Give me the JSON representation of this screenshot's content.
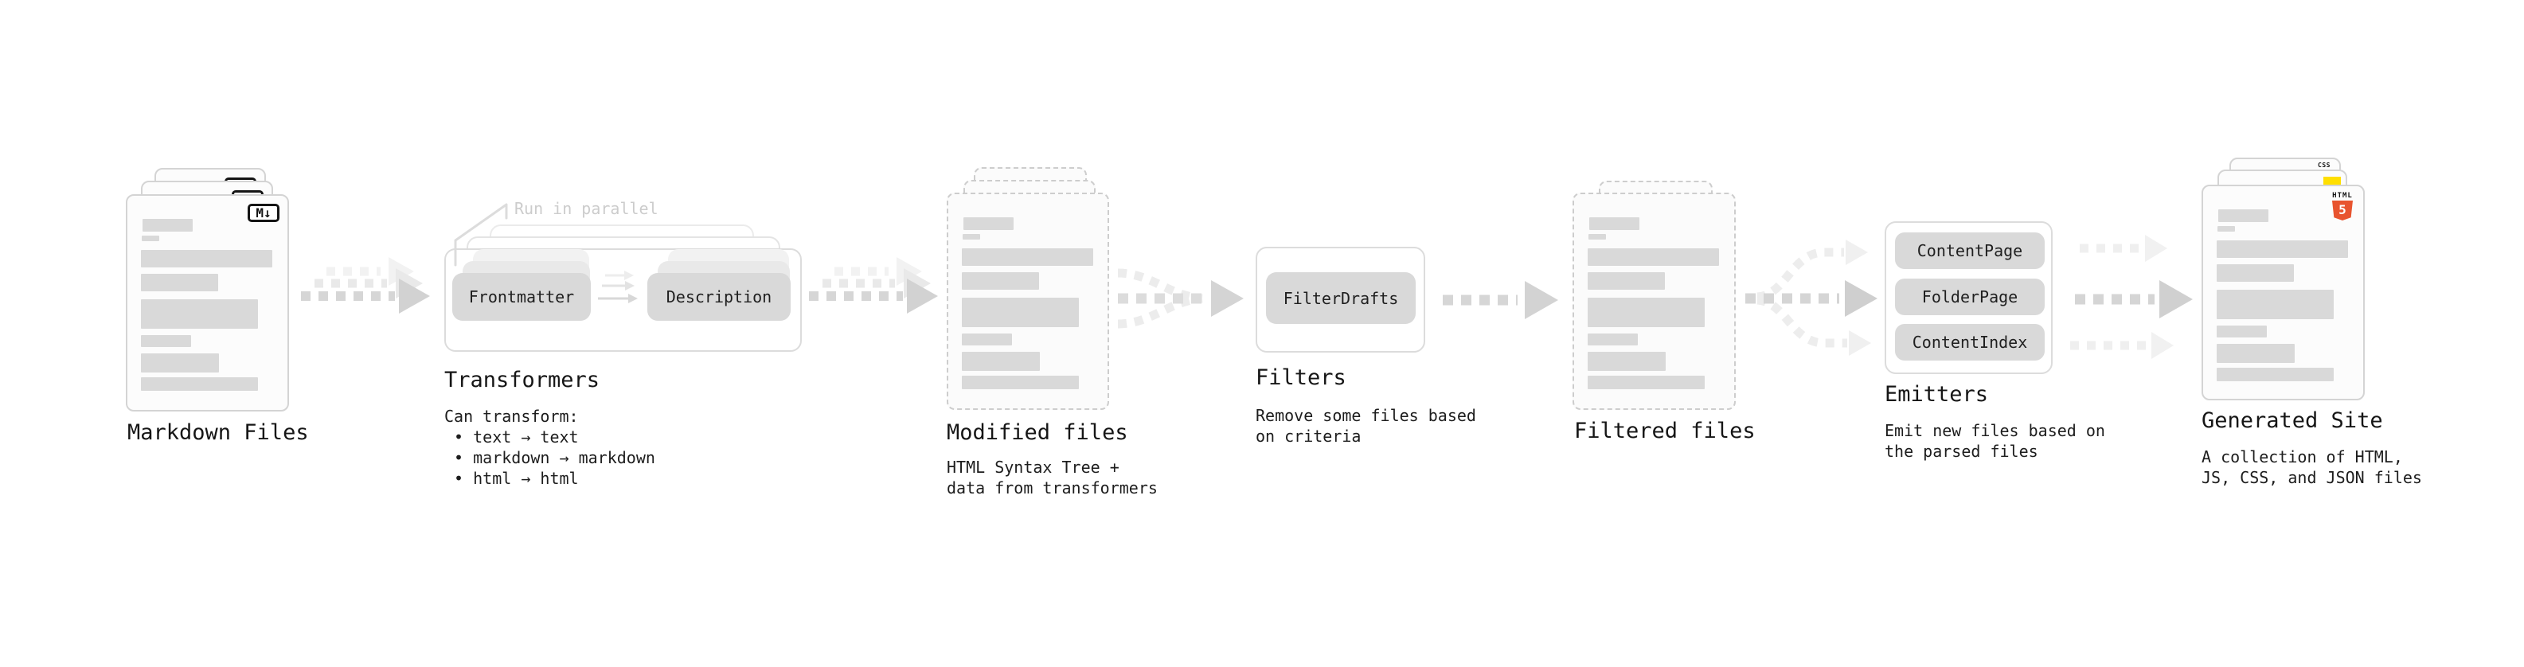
{
  "stages": {
    "markdown": {
      "label": "Markdown Files",
      "badge": "M↓"
    },
    "transformers": {
      "label": "Transformers",
      "annotation": "Run in parallel",
      "pills": [
        "Frontmatter",
        "Description"
      ],
      "desc": "Can transform:\n • text → text\n • markdown → markdown\n • html → html"
    },
    "modified": {
      "label": "Modified files",
      "desc": "HTML Syntax Tree +\ndata from transformers"
    },
    "filters": {
      "label": "Filters",
      "pill": "FilterDrafts",
      "desc": "Remove some files based\non criteria"
    },
    "filtered": {
      "label": "Filtered files"
    },
    "emitters": {
      "label": "Emitters",
      "pills": [
        "ContentPage",
        "FolderPage",
        "ContentIndex"
      ],
      "desc": "Emit new files based on\nthe parsed files"
    },
    "generated": {
      "label": "Generated Site",
      "desc": "A collection of HTML,\nJS, CSS, and JSON files",
      "badges": {
        "css": "CSS",
        "html_word": "HTML",
        "html_number": "5"
      }
    }
  },
  "colors": {
    "background": "#ffffff",
    "bar": "#d9d9d9",
    "pill": "#d9d9d9",
    "doc_border": "#d4d4d4",
    "arrow_dark": "#d4d4d4",
    "arrow_light": "#ededed",
    "annotation_text": "#cccccc",
    "html5": "#e8542f",
    "jsyellow": "#ffdf00",
    "cssblue": "#2c6ae8"
  }
}
